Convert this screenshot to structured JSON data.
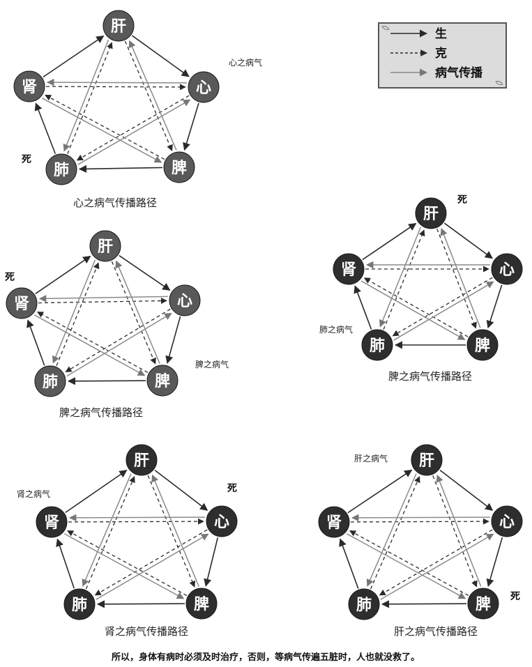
{
  "legend": {
    "sheng": "生",
    "ke": "克",
    "chuanbo": "病气传播"
  },
  "organs": {
    "gan": "肝",
    "xin": "心",
    "pi": "脾",
    "fei": "肺",
    "shen": "肾"
  },
  "death_mark": "死",
  "diagrams": [
    {
      "id": "heart",
      "caption": "心之病气传播路径",
      "source_label": "心之病气",
      "gray": true
    },
    {
      "id": "spleen",
      "caption": "脾之病气传播路径",
      "source_label": "脾之病气",
      "gray": true
    },
    {
      "id": "lung",
      "caption": "脾之病气传播路径",
      "source_label": "肺之病气",
      "gray": false
    },
    {
      "id": "kidney",
      "caption": "肾之病气传播路径",
      "source_label": "肾之病气",
      "gray": false
    },
    {
      "id": "liver",
      "caption": "肝之病气传播路径",
      "source_label": "肝之病气",
      "gray": false
    }
  ],
  "conclusion": "所以，身体有病时必须及时治疗，否则，等病气传遍五脏时，人也就没救了。"
}
